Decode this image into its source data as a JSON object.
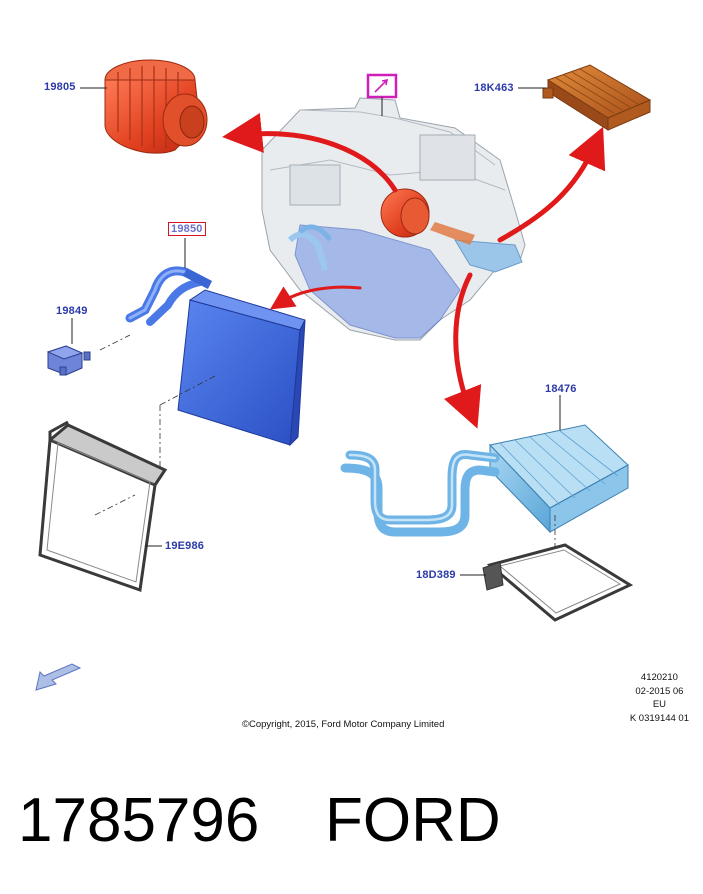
{
  "parts": {
    "blower_motor": "19805",
    "evaporator_core": "19850",
    "expansion_valve": "19849",
    "evaporator_seal": "19E986",
    "cabin_air_filter": "18K463",
    "heater_core": "18476",
    "heater_core_seal": "18D389"
  },
  "drawing_info": {
    "line1": "4120210",
    "line2": "02-2015 06",
    "line3": "EU",
    "line4": "K 0319144 01"
  },
  "copyright": "©Copyright, 2015, Ford Motor Company Limited",
  "caption": {
    "part_number": "1785796",
    "brand": "FORD"
  },
  "colors": {
    "label_text": "#2b3aa8",
    "arrow": "#e01a1a",
    "blower": "#e8492a",
    "filter": "#c8651c",
    "evaporator": "#3f6fe0",
    "heater_core": "#7fc0e8",
    "highlight_box": "#d8141e",
    "view_icon": "#d01fb8"
  },
  "icons": [
    "view-orientation-icon",
    "detail-callout-icon"
  ]
}
